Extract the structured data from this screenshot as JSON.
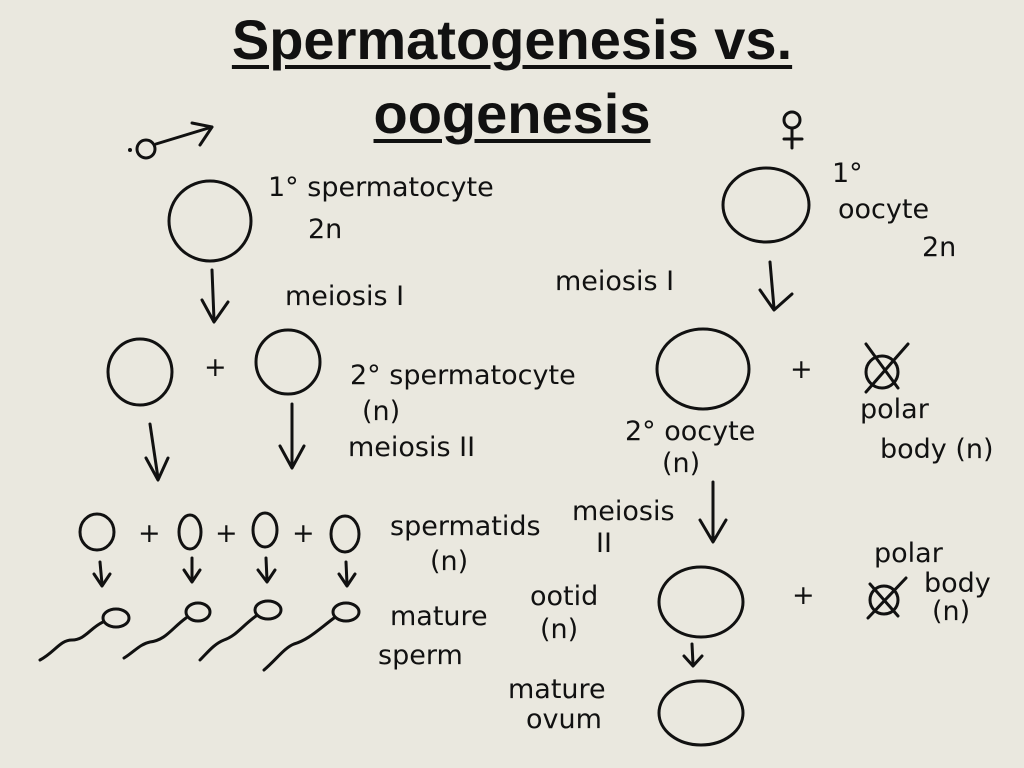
{
  "title": {
    "line1": "Spermatogenesis vs.",
    "line2": "oogenesis"
  },
  "male": {
    "symbol": "♂",
    "primary_label": "1° spermatocyte",
    "primary_ploidy": "2n",
    "meiosis1": "meiosis I",
    "secondary_label": "2° spermatocyte",
    "secondary_ploidy": "(n)",
    "meiosis2": "meiosis II",
    "spermatids_label": "spermatids",
    "spermatids_ploidy": "(n)",
    "plus": "+",
    "mature_label_1": "mature",
    "mature_label_2": "sperm"
  },
  "female": {
    "symbol": "♀",
    "primary_label_1": "1°",
    "primary_label_2": "oocyte",
    "primary_ploidy": "2n",
    "meiosis1": "meiosis I",
    "secondary_label": "2° oocyte",
    "secondary_ploidy": "(n)",
    "polar1_label_1": "polar",
    "polar1_label_2": "body (n)",
    "meiosis2_1": "meiosis",
    "meiosis2_2": "II",
    "ootid_label": "ootid",
    "ootid_ploidy": "(n)",
    "polar2_label_1": "polar",
    "polar2_label_2": "body",
    "polar2_ploidy": "(n)",
    "mature_label_1": "mature",
    "mature_label_2": "ovum",
    "plus": "+"
  }
}
